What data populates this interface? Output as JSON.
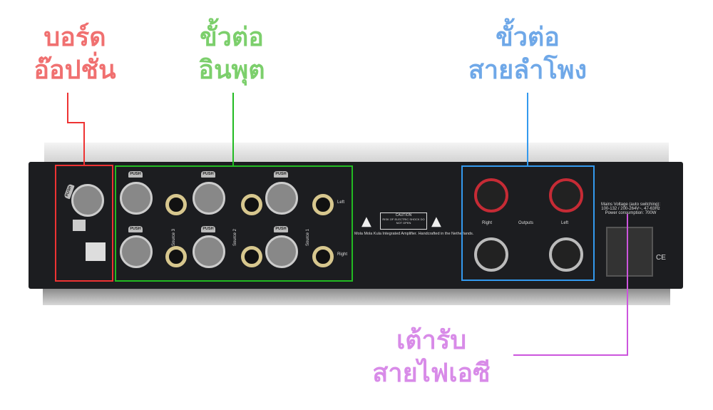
{
  "labels": {
    "option_board": [
      "บอร์ด",
      "อ๊อปชั่น"
    ],
    "inputs": [
      "ขั้วต่อ",
      "อินพุต"
    ],
    "speaker_outputs": [
      "ขั้วต่อ",
      "สายลำโพง"
    ],
    "ac_inlet": [
      "เต้ารับ",
      "สายไฟเอซี"
    ]
  },
  "panel": {
    "caution_title": "CAUTION",
    "caution_text": "RISK OF ELECTRIC SHOCK DO NOT OPEN",
    "product_line": "Mola Mola Kula Integrated Amplifier. Handcrafted in the Netherlands.",
    "push": "PUSH",
    "sources": [
      "Source 3",
      "Source 2",
      "Source 1"
    ],
    "left": "Left",
    "right": "Right",
    "outputs": "Outputs",
    "mains": [
      "Mains Voltage (auto switching):",
      "100-132 / 200-264V~, 47-63Hz",
      "Power consumption: 700W"
    ],
    "ce": "CE"
  },
  "colors": {
    "option": "#ee3333",
    "input": "#22bb22",
    "speaker": "#3399ee",
    "ac": "#cc55dd"
  }
}
